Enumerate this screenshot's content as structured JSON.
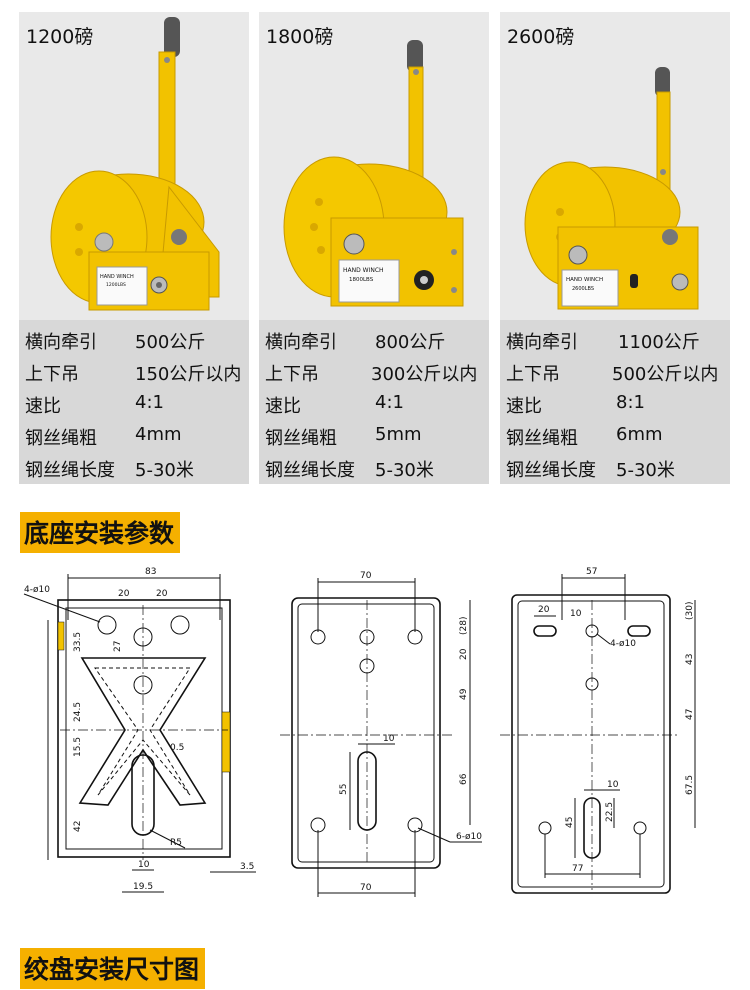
{
  "cards": [
    {
      "weight": "1200磅",
      "plate_title": "HAND WINCH",
      "plate_model": "1200LBS",
      "specs": [
        {
          "k": "横向牵引",
          "v": "500公斤"
        },
        {
          "k": "上下吊",
          "v": "150公斤以内"
        },
        {
          "k": "速比",
          "v": "4:1"
        },
        {
          "k": "钢丝绳粗",
          "v": "4mm"
        },
        {
          "k": "钢丝绳长度",
          "v": "5-30米"
        }
      ]
    },
    {
      "weight": "1800磅",
      "plate_title": "HAND WINCH",
      "plate_model": "1800LBS",
      "specs": [
        {
          "k": "横向牵引",
          "v": "800公斤"
        },
        {
          "k": "上下吊",
          "v": "300公斤以内"
        },
        {
          "k": "速比",
          "v": "4:1"
        },
        {
          "k": "钢丝绳粗",
          "v": "5mm"
        },
        {
          "k": "钢丝绳长度",
          "v": "5-30米"
        }
      ]
    },
    {
      "weight": "2600磅",
      "plate_title": "HAND WINCH",
      "plate_model": "2600LBS",
      "specs": [
        {
          "k": "横向牵引",
          "v": "1100公斤"
        },
        {
          "k": "上下吊",
          "v": "500公斤以内"
        },
        {
          "k": "速比",
          "v": "8:1"
        },
        {
          "k": "钢丝绳粗",
          "v": "6mm"
        },
        {
          "k": "钢丝绳长度",
          "v": "5-30米"
        }
      ]
    }
  ],
  "sections": {
    "base_title": "底座安装参数",
    "drum_title": "绞盘安装尺寸图"
  },
  "drawings": {
    "d1": {
      "holes": "4-ø10",
      "width": "83",
      "pitch_a": "20",
      "pitch_b": "20",
      "dim_27": "27",
      "dim_335": "33.5",
      "dim_245": "24.5",
      "dim_155": "15.5",
      "dim_42": "42",
      "dim_05": "0.5",
      "radius": "R5",
      "slot_w": "10",
      "offset": "19.5",
      "thick": "3.5"
    },
    "d2": {
      "top": "70",
      "bottom": "70",
      "dim_28": "(28)",
      "dim_20": "20",
      "dim_49": "49",
      "dim_66": "66",
      "slot_len": "55",
      "slot_w": "10",
      "holes": "6-ø10"
    },
    "d3": {
      "top": "57",
      "dim_20": "20",
      "dim_10": "10",
      "holes": "4-ø10",
      "dim_30": "(30)",
      "dim_43": "43",
      "dim_47": "47",
      "dim_675": "67.5",
      "slot_w": "10",
      "slot_len": "45",
      "dim_225": "22.5",
      "bottom": "77"
    }
  },
  "colors": {
    "accent": "#f5b000",
    "winch_yellow": "#f2c200",
    "card_bg": "#d8d8d8",
    "photo_bg": "#e9e9e9"
  }
}
